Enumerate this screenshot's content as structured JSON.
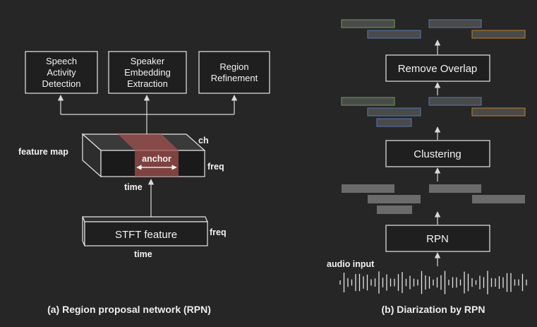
{
  "panel_a": {
    "caption": "(a) Region proposal network (RPN)",
    "boxes": {
      "sad": [
        "Speech",
        "Activity",
        "Detection"
      ],
      "emb": [
        "Speaker",
        "Embedding",
        "Extraction"
      ],
      "ref": [
        "Region",
        "Refinement"
      ]
    },
    "feature_map_label": "feature map",
    "ch_label": "ch",
    "freq_label": "freq",
    "time_label": "time",
    "anchor_label": "anchor",
    "stft_label": "STFT feature",
    "stft_freq_label": "freq",
    "stft_time_label": "time"
  },
  "panel_b": {
    "caption": "(b) Diarization by RPN",
    "remove_overlap_label": "Remove Overlap",
    "clustering_label": "Clustering",
    "rpn_label": "RPN",
    "audio_input_label": "audio input"
  },
  "colors": {
    "background": "#262626",
    "anchor": "#a0504e",
    "seg_green": "#5f8f4e",
    "seg_blue": "#4f6f9e",
    "seg_orange": "#a8742e",
    "seg_gray": "#6b6b6b"
  }
}
